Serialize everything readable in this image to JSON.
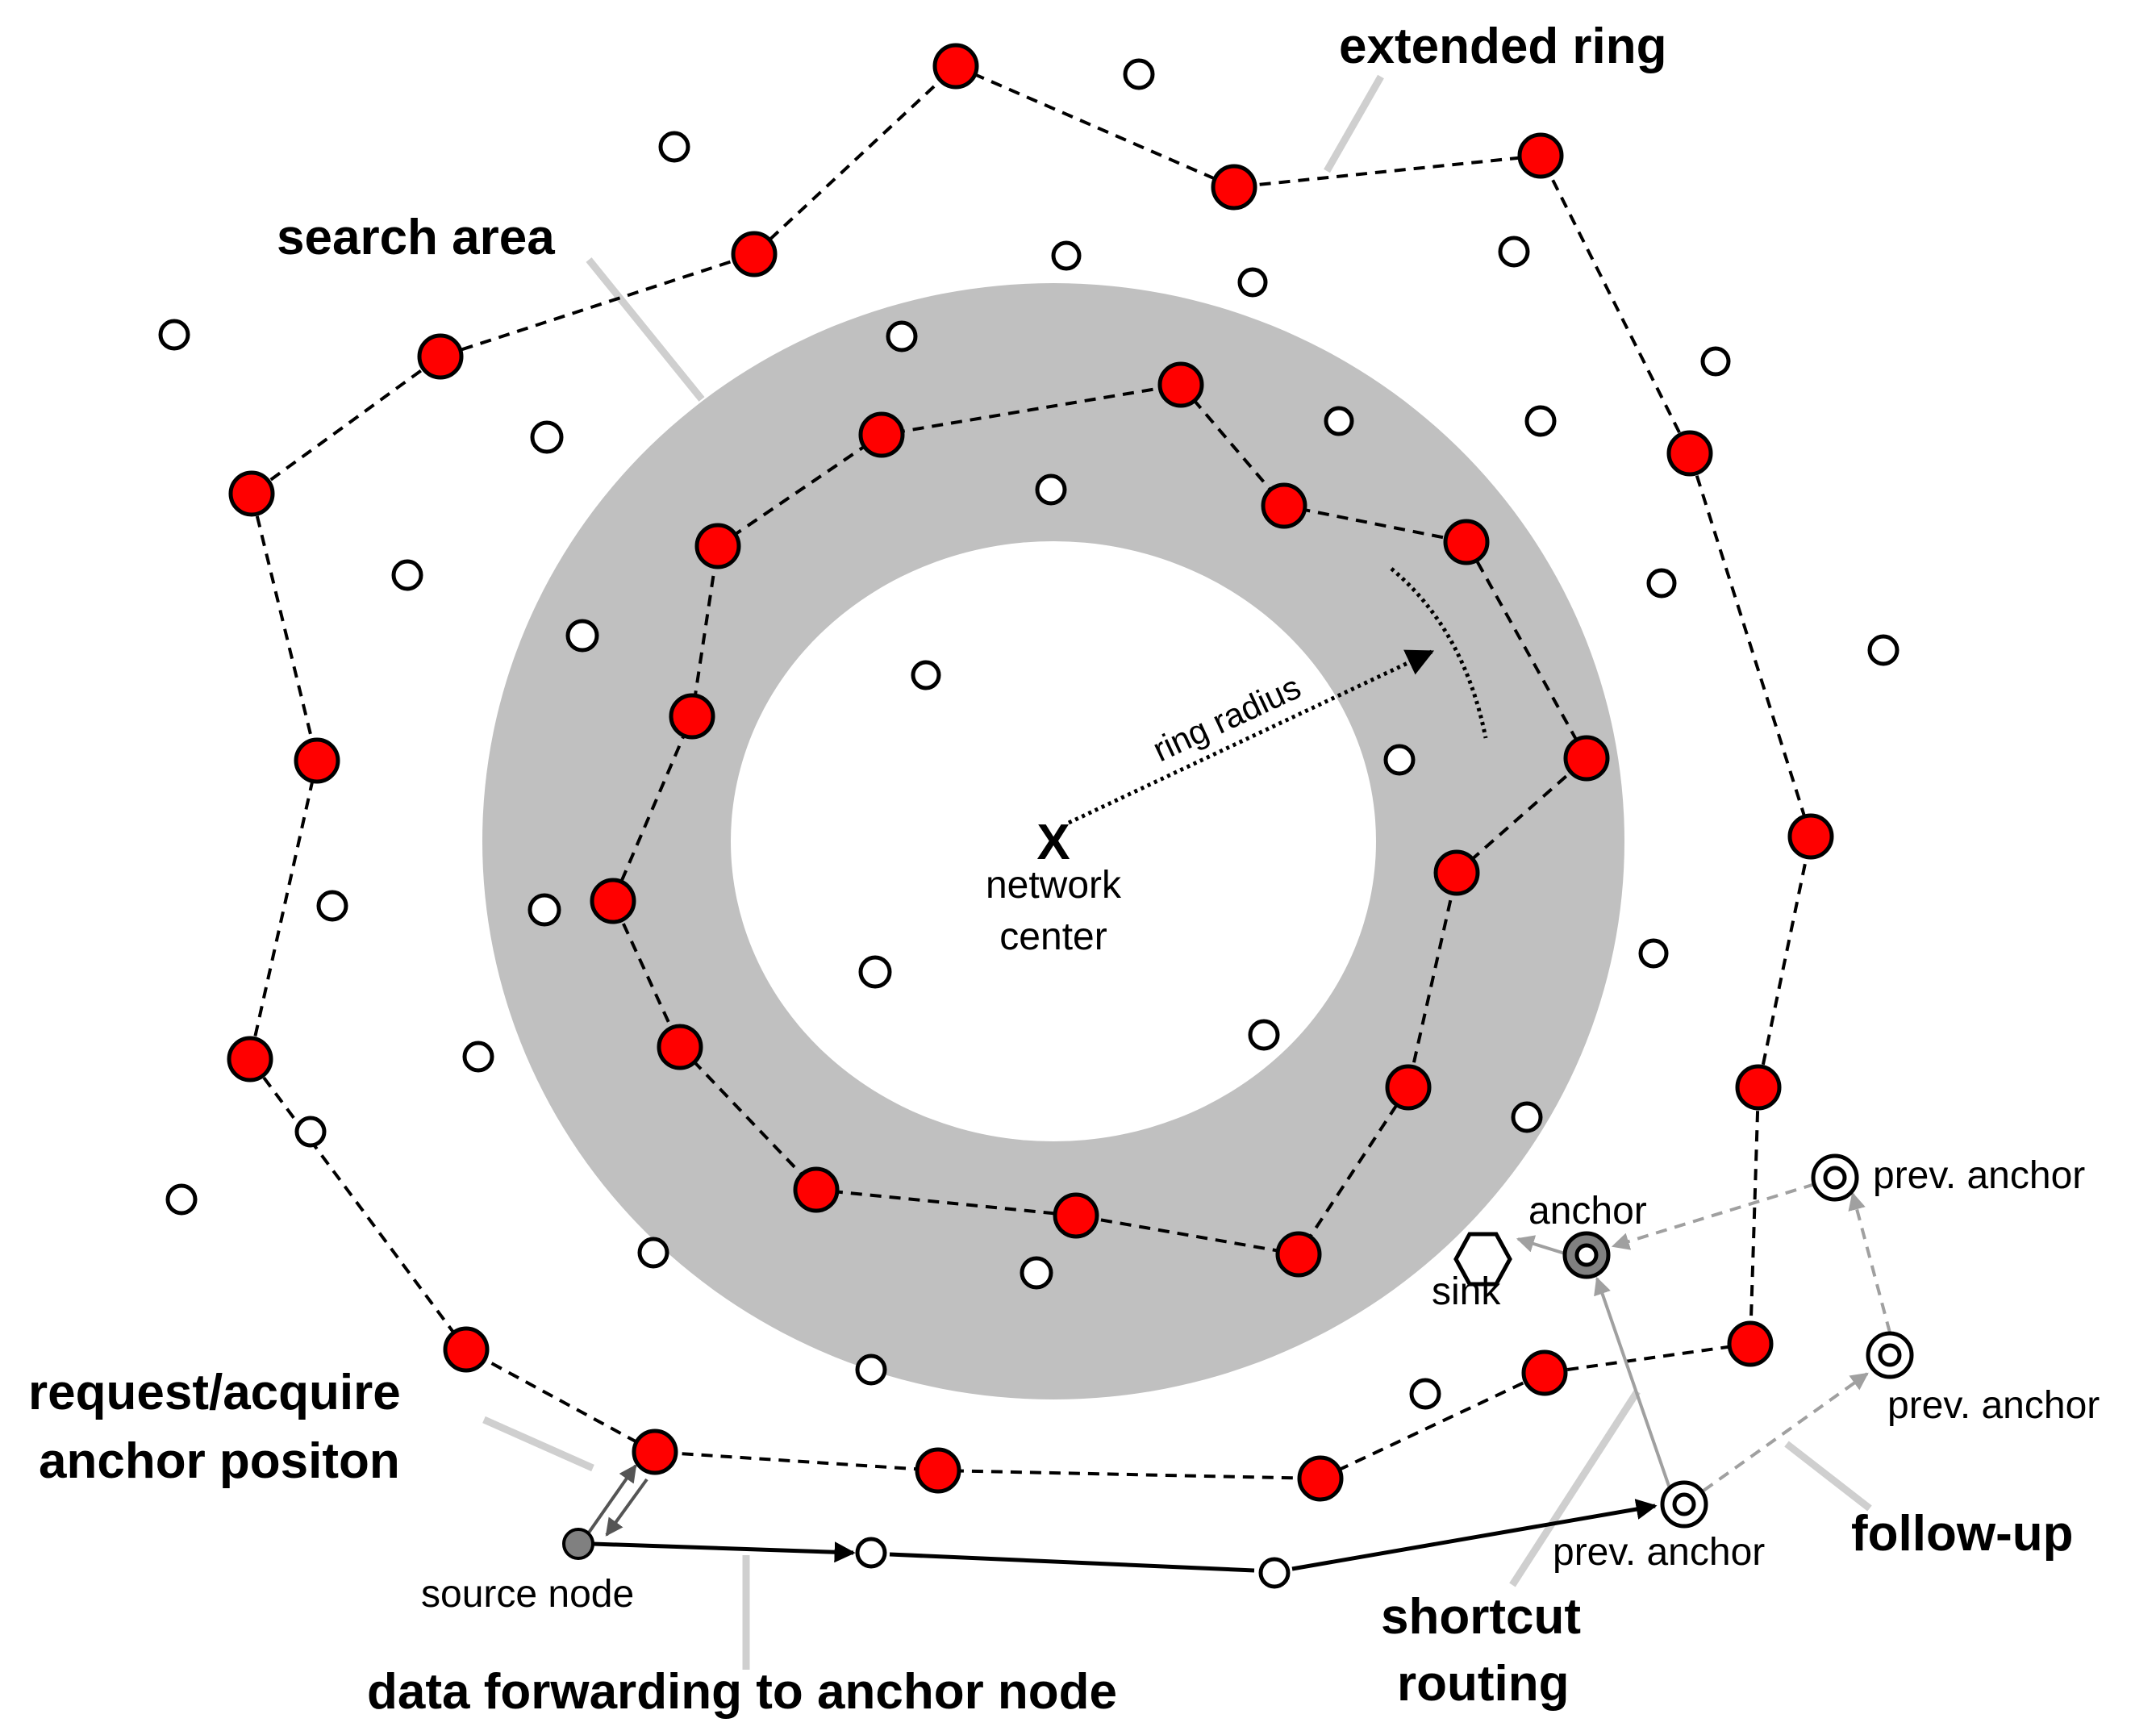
{
  "labels": {
    "extended_ring": "extended ring",
    "search_area": "search area",
    "ring_radius": "ring radius",
    "center_mark": "X",
    "network": "network",
    "center": "center",
    "anchor": "anchor",
    "sink": "sink",
    "prev_anchor": "prev. anchor",
    "request_line1": "request/acquire",
    "request_line2": "anchor positon",
    "source_node": "source node",
    "data_forwarding": "data forwarding to anchor node",
    "shortcut": "shortcut",
    "routing": "routing",
    "follow_up": "follow-up"
  },
  "colors": {
    "ring_node": "#ff0000",
    "search_area": "#c0c0c0",
    "callout_line": "#cfcfcf",
    "route_gray": "#a0a0a0",
    "node_stroke": "#000000"
  },
  "rings": {
    "outer": [
      "outer-1",
      "outer-2",
      "outer-3",
      "outer-4",
      "outer-5",
      "outer-6",
      "outer-7",
      "outer-8",
      "outer-9",
      "outer-10",
      "outer-11",
      "outer-12",
      "outer-13",
      "outer-14",
      "outer-15",
      "outer-16",
      "outer-17",
      "outer-18"
    ],
    "inner": [
      "inner-1",
      "inner-2",
      "inner-3",
      "inner-4",
      "inner-5",
      "inner-6",
      "inner-7",
      "inner-8",
      "inner-9",
      "inner-10",
      "inner-11",
      "inner-12",
      "inner-13",
      "inner-14",
      "inner-15"
    ]
  },
  "routes": {
    "data_forwarding": [
      "source",
      "relay-1",
      "relay-2",
      "prev-anchor-3"
    ],
    "follow_up": [
      "prev-anchor-3",
      "prev-anchor-2",
      "prev-anchor-1",
      "anchor"
    ],
    "shortcut": [
      "prev-anchor-3",
      "anchor"
    ],
    "to_sink": [
      "anchor",
      "sink"
    ]
  }
}
